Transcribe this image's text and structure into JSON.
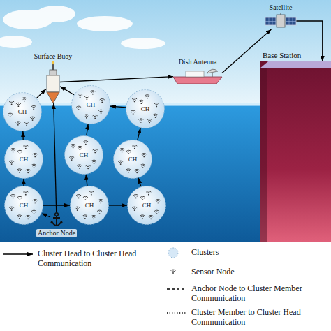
{
  "diagram": {
    "nodes": [
      {
        "text": [
          "Satellite"
        ]
      },
      {
        "text": [
          "Surface Buoy"
        ]
      },
      {
        "text": [
          "Dish Antenna"
        ]
      },
      {
        "text": [
          "Base Station"
        ]
      },
      {
        "text": [
          "CH"
        ]
      },
      {
        "text": [
          "CH"
        ]
      },
      {
        "text": [
          "CH"
        ]
      },
      {
        "text": [
          "CH"
        ]
      },
      {
        "text": [
          "CH"
        ]
      },
      {
        "text": [
          "CH"
        ]
      },
      {
        "text": [
          "CH"
        ]
      },
      {
        "text": [
          "CH"
        ]
      },
      {
        "text": [
          "CH"
        ]
      },
      {
        "text": [
          "Anchor Node"
        ]
      }
    ],
    "edges": [
      {
        "from": 1,
        "to": 2,
        "arrow": "to"
      },
      {
        "from": 2,
        "to": 0,
        "arrow": "to"
      },
      {
        "from": 0,
        "to": 3,
        "arrow": "to"
      },
      {
        "from": 10,
        "to": 11,
        "arrow": "to"
      },
      {
        "from": 11,
        "to": 12,
        "arrow": "to"
      },
      {
        "from": 12,
        "to": 9,
        "arrow": "to"
      },
      {
        "from": 9,
        "to": 6,
        "arrow": "to"
      },
      {
        "from": 6,
        "to": 5,
        "arrow": "to"
      },
      {
        "from": 5,
        "to": 1,
        "arrow": "to"
      },
      {
        "from": 10,
        "to": 7,
        "arrow": "to"
      },
      {
        "from": 7,
        "to": 4,
        "arrow": "to"
      },
      {
        "from": 4,
        "to": 1,
        "arrow": "to"
      },
      {
        "from": 11,
        "to": 8,
        "arrow": "to"
      },
      {
        "from": 8,
        "to": 5,
        "arrow": "to"
      },
      {
        "from": 13,
        "to": 10,
        "arrow": "to"
      },
      {
        "from": 13,
        "to": 1,
        "arrow": "to"
      }
    ],
    "legend": [
      {
        "text": "Cluster Head to Cluster Head Communication"
      },
      {
        "text": "Clusters",
        "color": "#d6e8f7"
      },
      {
        "text": "Sensor Node"
      },
      {
        "text": "Anchor Node to Cluster Member Communication"
      },
      {
        "text": "Cluster Member to Cluster Head Communication"
      }
    ]
  }
}
